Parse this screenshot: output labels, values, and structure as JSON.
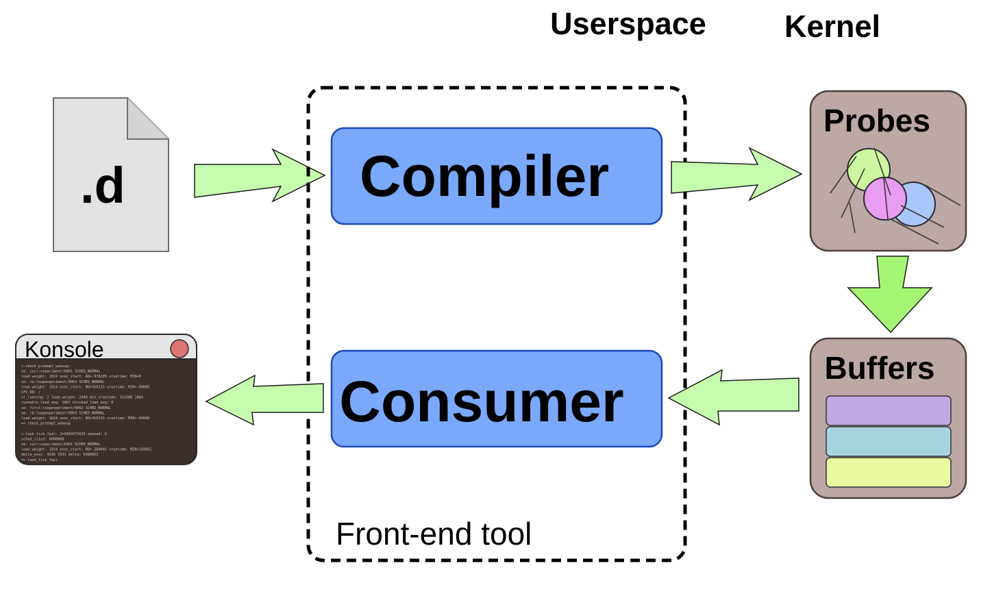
{
  "headings": {
    "userspace": "Userspace",
    "kernel": "Kernel"
  },
  "file": {
    "label": ".d"
  },
  "frontend": {
    "label": "Front-end tool",
    "compiler": "Compiler",
    "consumer": "Consumer"
  },
  "kernel_boxes": {
    "probes": "Probes",
    "buffers": "Buffers"
  },
  "konsole": {
    "title": "Konsole",
    "lines": [
      "<-check_preempt_wakeup:",
      "   se:   curr:experiment/6061 SCHED_NORMAL",
      "     load.weight: 1024 exec_start: RQ+-978205 vruntime: MIN+0",
      "   se:   se:loopexperiment/6063 SCHED_NORMAL",
      "     load.weight: 1024 exec_start: RQ+410233 vruntime: MIN+-60000",
      "   CFS_RQ: /",
      "     nr_running: 2 load.weight: 2048 min_vruntime: 314380 1884",
      "     runnable_load_avg: 1067 blocked_load_avg: 0",
      "   se:   first:loopexperiment/6063 SCHED_NORMAL",
      "   se:   rb:loopexperiment/6063 SCHED_NORMAL",
      "     load.weight: 1024 exec_start: RQ+410233 vruntime: MIN+-60000",
      "=> check_preempt_wakeup",
      "",
      "<-task_tick_fair: J=4302675615 queued: 0",
      "   sched_slice: 6000000",
      "   se:   curr:experiment/6061 SCHED_NORMAL",
      "     load.weight: 1024 exec_start: RQ+-260001 vruntime: MIN+260001",
      "     delta_exec: 4226 1531        delta: 6280001",
      "=> task_tick_fair"
    ]
  },
  "colors": {
    "arrow_fill": "#c6fcae",
    "arrow_fill_vertical": "#a4f574",
    "box_blue": "#7aa9fb",
    "box_blue_border": "#1a47b8",
    "kernel_box": "#bca9a5",
    "file_fill": "#e2e2e2",
    "konsole_bg": "#3b2e2b",
    "probe_green": "#cdf6a1",
    "probe_pink": "#e89cf2",
    "probe_blue": "#a9c7fa",
    "buffer_purple": "#c0a8e3",
    "buffer_cyan": "#a7d5df",
    "buffer_yellow": "#e9f9a0",
    "close_button": "#dd7471"
  },
  "icons": {
    "file": "document-icon",
    "probes": "probe-bugs-icon",
    "close": "close-icon"
  }
}
